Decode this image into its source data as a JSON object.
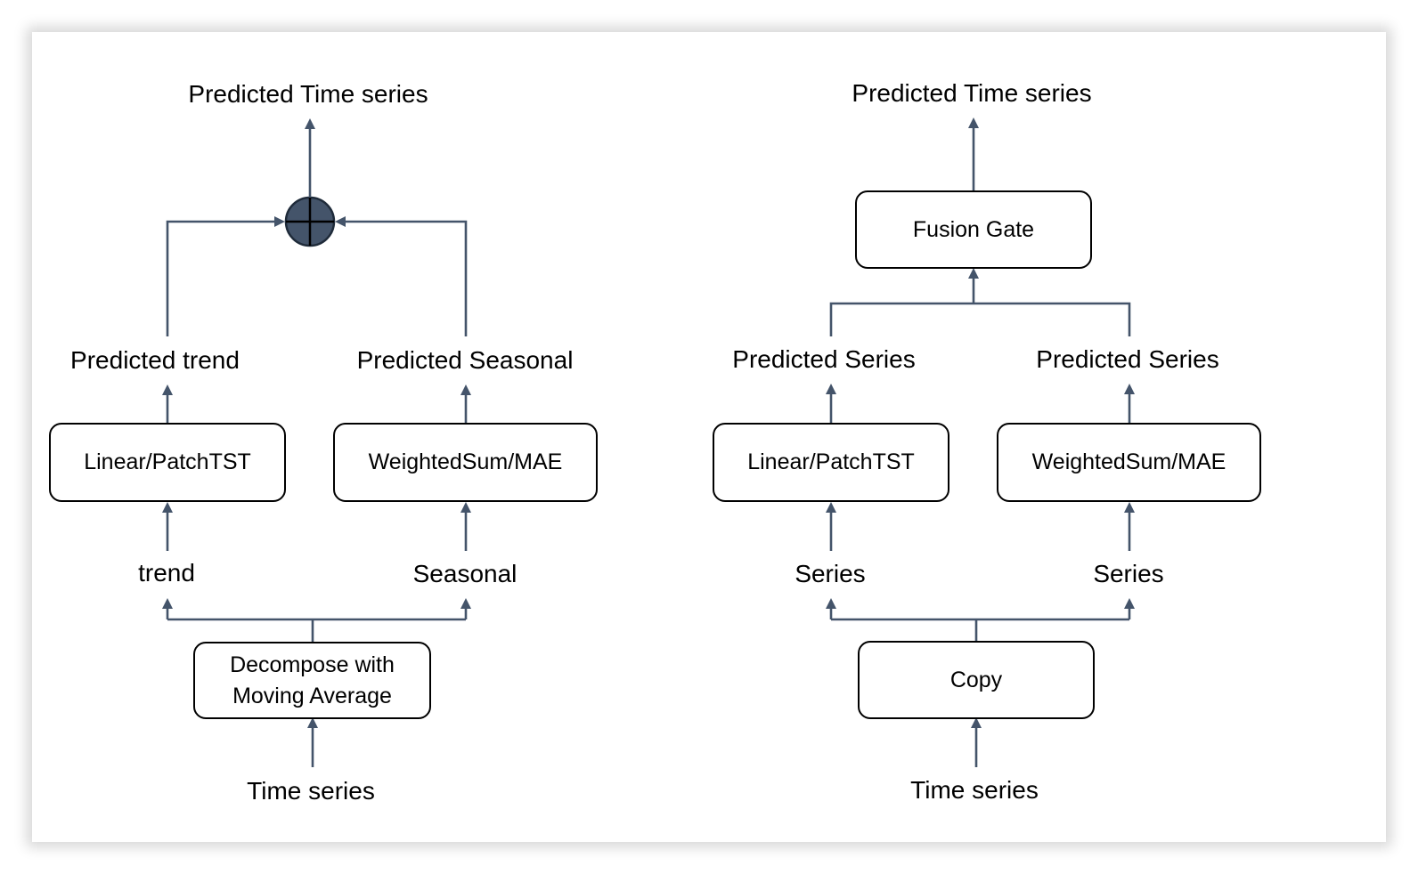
{
  "left_diagram": {
    "output_label": "Predicted Time series",
    "trend_output_label": "Predicted trend",
    "seasonal_output_label": "Predicted Seasonal",
    "trend_model": "Linear/PatchTST",
    "seasonal_model": "WeightedSum/MAE",
    "trend_label": "trend",
    "seasonal_label": "Seasonal",
    "decompose_line1": "Decompose with",
    "decompose_line2": "Moving Average",
    "input_label": "Time series"
  },
  "right_diagram": {
    "output_label": "Predicted Time series",
    "fusion_label": "Fusion Gate",
    "left_output_label": "Predicted Series",
    "right_output_label": "Predicted Series",
    "left_model": "Linear/PatchTST",
    "right_model": "WeightedSum/MAE",
    "left_series_label": "Series",
    "right_series_label": "Series",
    "copy_label": "Copy",
    "input_label": "Time series"
  },
  "colors": {
    "connector": "#44546a",
    "sum_node_fill": "#44546a",
    "box_border": "#000000",
    "text": "#000000"
  }
}
